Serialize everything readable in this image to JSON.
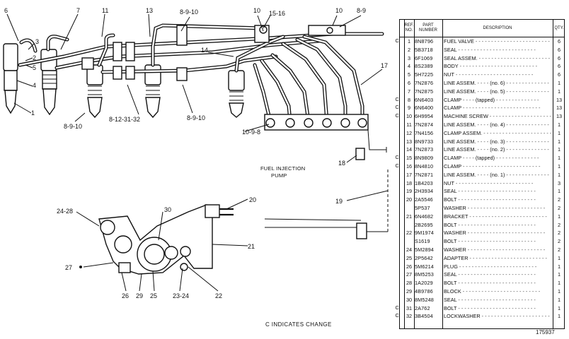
{
  "diagram": {
    "callouts": [
      "6",
      "3",
      "2",
      "5",
      "4",
      "1",
      "7",
      "11",
      "13",
      "8-9-10",
      "10",
      "15-16",
      "10",
      "8-9",
      "14",
      "17",
      "8-9-10",
      "8-12-31-32",
      "8-9-10",
      "10-9-8",
      "18",
      "19",
      "20",
      "24-28",
      "30",
      "21",
      "27",
      "26",
      "29",
      "25",
      "23-24",
      "22"
    ],
    "caption_line1": "FUEL INJECTION",
    "caption_line2": "PUMP"
  },
  "table": {
    "headers": {
      "ref": "REF. NO.",
      "part": "PART NUMBER",
      "desc": "DESCRIPTION",
      "qty": "QTY."
    },
    "rows": [
      {
        "c": "C",
        "ref": "1",
        "part": "8N8796",
        "desc": "FUEL VALVE",
        "note": "",
        "qty": "6"
      },
      {
        "c": "",
        "ref": "2",
        "part": "5B3718",
        "desc": "SEAL",
        "note": "",
        "qty": "6"
      },
      {
        "c": "",
        "ref": "3",
        "part": "6F1069",
        "desc": "SEAL ASSEM.",
        "note": "",
        "qty": "6"
      },
      {
        "c": "",
        "ref": "4",
        "part": "8S2389",
        "desc": "BODY",
        "note": "",
        "qty": "6"
      },
      {
        "c": "",
        "ref": "5",
        "part": "5H7225",
        "desc": "NUT",
        "note": "",
        "qty": "6"
      },
      {
        "c": "",
        "ref": "6",
        "part": "7N2876",
        "desc": "LINE ASSEM.",
        "note": "(no. 6)",
        "qty": "1"
      },
      {
        "c": "",
        "ref": "7",
        "part": "7N2875",
        "desc": "LINE ASSEM.",
        "note": "(no. 5)",
        "qty": "1"
      },
      {
        "c": "C",
        "ref": "8",
        "part": "6N6403",
        "desc": "CLAMP",
        "note": "(tapped)",
        "qty": "13"
      },
      {
        "c": "C",
        "ref": "9",
        "part": "6N6400",
        "desc": "CLAMP",
        "note": "",
        "qty": "13"
      },
      {
        "c": "C",
        "ref": "10",
        "part": "6H9954",
        "desc": "MACHINE SCREW",
        "note": "",
        "qty": "13"
      },
      {
        "c": "",
        "ref": "11",
        "part": "7N2874",
        "desc": "LINE ASSEM.",
        "note": "(no. 4)",
        "qty": "1"
      },
      {
        "c": "",
        "ref": "12",
        "part": "7N4156",
        "desc": "CLAMP ASSEM.",
        "note": "",
        "qty": "1"
      },
      {
        "c": "",
        "ref": "13",
        "part": "8N9733",
        "desc": "LINE ASSEM.",
        "note": "(no. 3)",
        "qty": "1"
      },
      {
        "c": "",
        "ref": "14",
        "part": "7N2873",
        "desc": "LINE ASSEM.",
        "note": "(no. 2)",
        "qty": "1"
      },
      {
        "c": "C",
        "ref": "15",
        "part": "8N9809",
        "desc": "CLAMP",
        "note": "(tapped)",
        "qty": "1"
      },
      {
        "c": "C",
        "ref": "16",
        "part": "8N4810",
        "desc": "CLAMP",
        "note": "",
        "qty": "1"
      },
      {
        "c": "",
        "ref": "17",
        "part": "7N2871",
        "desc": "LINE ASSEM.",
        "note": "(no. 1)",
        "qty": "1"
      },
      {
        "c": "",
        "ref": "18",
        "part": "1B4203",
        "desc": "NUT",
        "note": "",
        "qty": "3"
      },
      {
        "c": "",
        "ref": "19",
        "part": "2H3934",
        "desc": "SEAL",
        "note": "",
        "qty": "1"
      },
      {
        "c": "",
        "ref": "20",
        "part": "2A5546",
        "desc": "BOLT",
        "note": "",
        "qty": "2"
      },
      {
        "c": "",
        "ref": "",
        "part": "5P537",
        "desc": "WASHER",
        "note": "",
        "qty": "2"
      },
      {
        "c": "",
        "ref": "21",
        "part": "6N4682",
        "desc": "BRACKET",
        "note": "",
        "qty": "1"
      },
      {
        "c": "",
        "ref": "",
        "part": "2B2695",
        "desc": "BOLT",
        "note": "",
        "qty": "2"
      },
      {
        "c": "",
        "ref": "22",
        "part": "9M1974",
        "desc": "WASHER",
        "note": "",
        "qty": "2"
      },
      {
        "c": "",
        "ref": "",
        "part": "S1619",
        "desc": "BOLT",
        "note": "",
        "qty": "2"
      },
      {
        "c": "",
        "ref": "24",
        "part": "5M2894",
        "desc": "WASHER",
        "note": "",
        "qty": "2"
      },
      {
        "c": "",
        "ref": "25",
        "part": "2P5642",
        "desc": "ADAPTER",
        "note": "",
        "qty": "1"
      },
      {
        "c": "",
        "ref": "26",
        "part": "5M6214",
        "desc": "PLUG",
        "note": "",
        "qty": "1"
      },
      {
        "c": "",
        "ref": "27",
        "part": "8M5253",
        "desc": "SEAL",
        "note": "",
        "qty": "1"
      },
      {
        "c": "",
        "ref": "28",
        "part": "1A2029",
        "desc": "BOLT",
        "note": "",
        "qty": "1"
      },
      {
        "c": "",
        "ref": "29",
        "part": "4B9786",
        "desc": "BLOCK",
        "note": "",
        "qty": "1"
      },
      {
        "c": "",
        "ref": "30",
        "part": "8M5248",
        "desc": "SEAL",
        "note": "",
        "qty": "1"
      },
      {
        "c": "C",
        "ref": "31",
        "part": "2A762",
        "desc": "BOLT",
        "note": "",
        "qty": "1"
      },
      {
        "c": "C",
        "ref": "32",
        "part": "3B4504",
        "desc": "LOCKWASHER",
        "note": "",
        "qty": "1"
      }
    ]
  },
  "footnote": "C INDICATES CHANGE",
  "drawing_number": "175937"
}
